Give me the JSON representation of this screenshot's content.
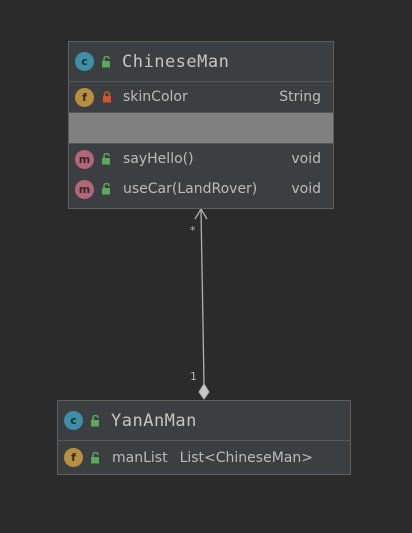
{
  "classes": {
    "chinese_man": {
      "kind_badge": "c",
      "name": "ChineseMan",
      "fields": [
        {
          "badge": "f",
          "visibility": "private",
          "name": "skinColor",
          "type": "String"
        }
      ],
      "methods": [
        {
          "badge": "m",
          "visibility": "public",
          "name": "sayHello()",
          "type": "void"
        },
        {
          "badge": "m",
          "visibility": "public",
          "name": "useCar(LandRover)",
          "type": "void"
        }
      ]
    },
    "yan_an_man": {
      "kind_badge": "c",
      "name": "YanAnMan",
      "fields": [
        {
          "badge": "f",
          "visibility": "public",
          "name": "manList",
          "type": "List<ChineseMan>"
        }
      ]
    }
  },
  "association": {
    "source_multiplicity": "*",
    "target_multiplicity": "1"
  },
  "colors": {
    "background": "#2b2b2b",
    "class_fill": "#3c3f41",
    "separator_fill": "#808080",
    "badge_class": "#3d8fa8",
    "badge_field": "#b98e3f",
    "badge_method": "#b5657a",
    "public_lock": "#5aa85a",
    "private_lock": "#d2522a"
  },
  "icons": {
    "public": "unlocked-icon",
    "private": "locked-icon"
  }
}
